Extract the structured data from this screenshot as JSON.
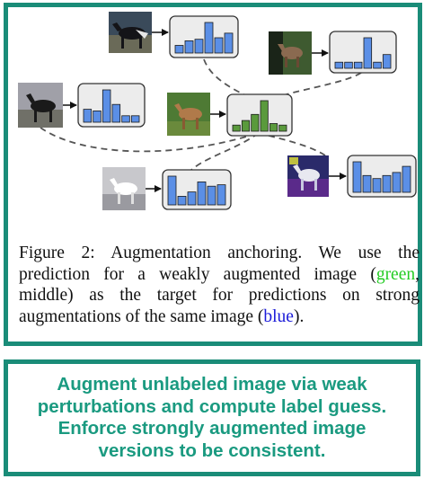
{
  "figure": {
    "nodes": [
      {
        "id": "horse_top_left",
        "role": "strong",
        "bars": [
          0.25,
          0.4,
          0.45,
          1.0,
          0.5,
          0.65
        ]
      },
      {
        "id": "horse_top_right",
        "role": "strong",
        "bars": [
          0.2,
          0.2,
          0.2,
          1.0,
          0.2,
          0.45
        ]
      },
      {
        "id": "horse_left",
        "role": "strong",
        "bars": [
          0.4,
          0.35,
          1.0,
          0.55,
          0.2,
          0.2
        ]
      },
      {
        "id": "horse_center",
        "role": "weak",
        "bars": [
          0.2,
          0.35,
          0.55,
          1.0,
          0.25,
          0.2
        ]
      },
      {
        "id": "horse_bottom_left",
        "role": "strong",
        "bars": [
          1.0,
          0.3,
          0.45,
          0.8,
          0.65,
          0.7
        ]
      },
      {
        "id": "horse_bottom_right",
        "role": "strong",
        "bars": [
          1.0,
          0.55,
          0.45,
          0.55,
          0.65,
          0.85
        ]
      }
    ],
    "colors": {
      "weak": "#5a9a3c",
      "strong": "#5b8fe6",
      "border": "#1a8c78"
    }
  },
  "caption": {
    "part1": "Figure 2:  Augmentation anchoring.  We use the prediction for a weakly augmented image (",
    "green_word": "green",
    "part2": ", middle) as the target for predictions on strong augmentations of the same image (",
    "blue_word": "blue",
    "part3": ")."
  },
  "note": {
    "text": "Augment unlabeled image via weak perturbations and compute label guess. Enforce strongly augmented image versions to be consistent."
  }
}
